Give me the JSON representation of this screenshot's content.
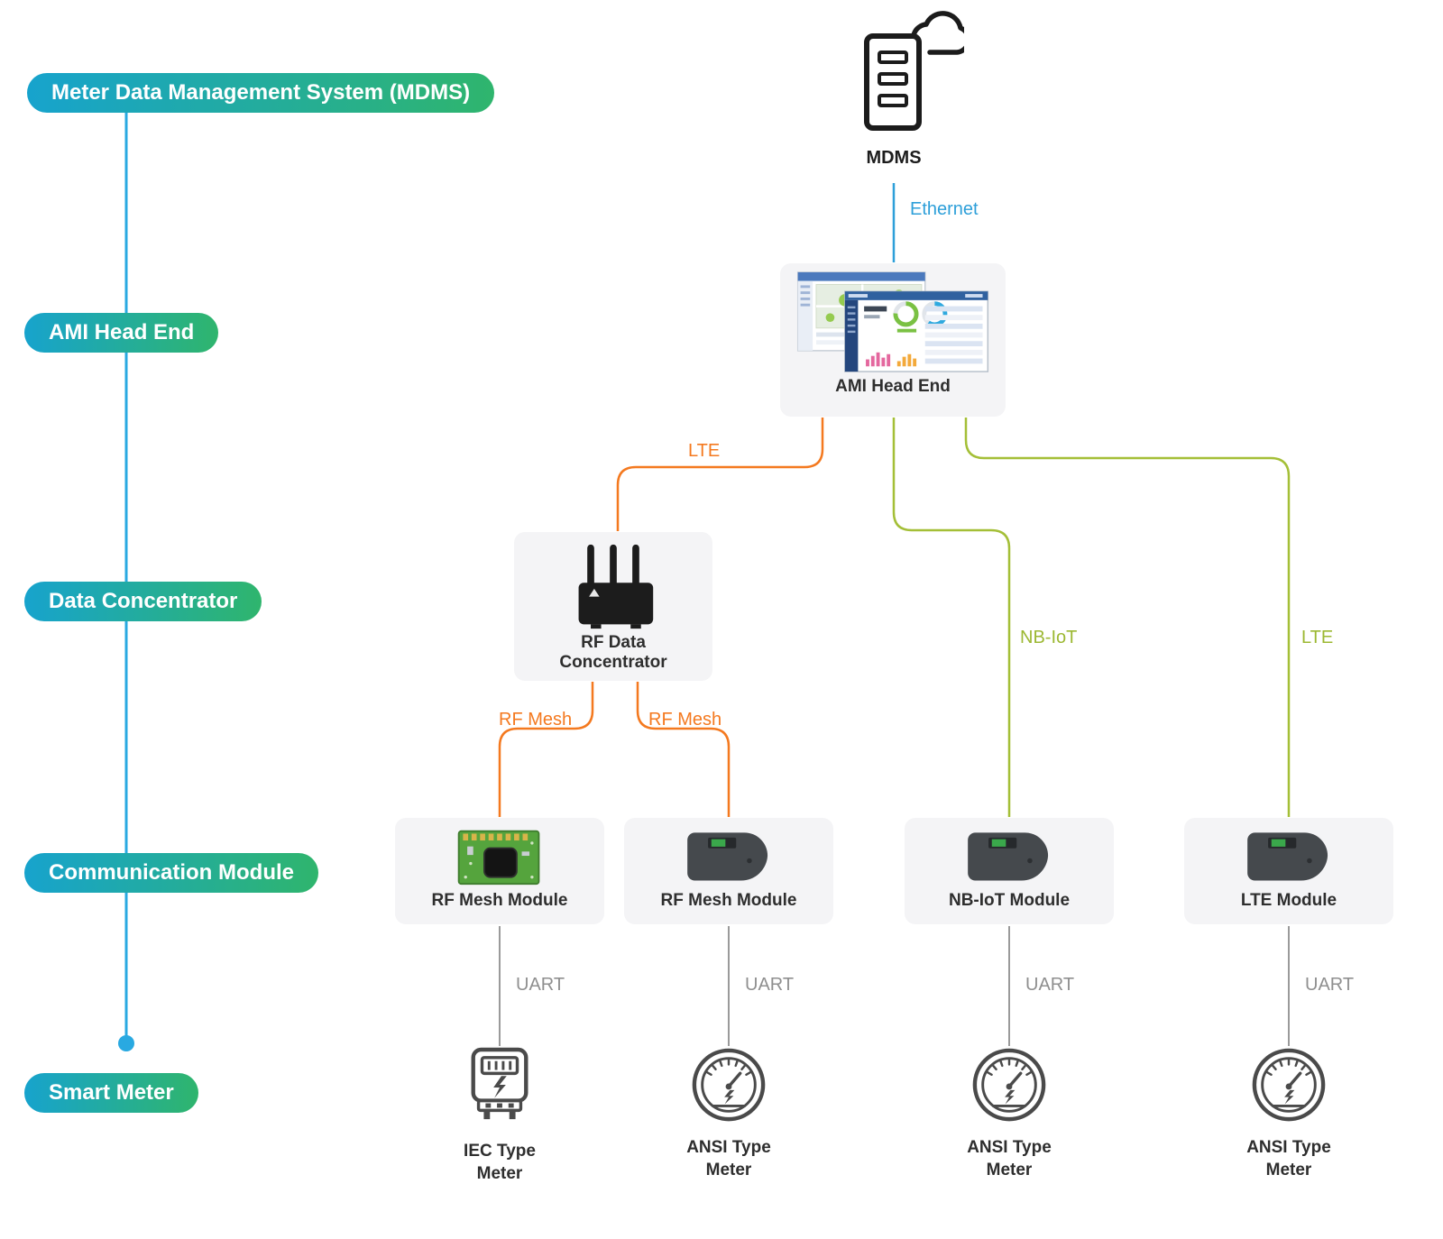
{
  "stages": [
    "Meter Data Management System (MDMS)",
    "AMI Head End",
    "Data Concentrator",
    "Communication Module",
    "Smart Meter"
  ],
  "nodes": {
    "mdms": "MDMS",
    "ami_head_end": "AMI Head End",
    "concentrator": "RF Data\nConcentrator",
    "modules": [
      "RF Mesh Module",
      "RF Mesh Module",
      "NB-IoT Module",
      "LTE Module"
    ],
    "meters": [
      "IEC Type\nMeter",
      "ANSI Type\nMeter",
      "ANSI Type\nMeter",
      "ANSI Type\nMeter"
    ]
  },
  "links": {
    "ethernet": "Ethernet",
    "lte_left": "LTE",
    "nbiot": "NB-IoT",
    "lte_right": "LTE",
    "rf_mesh_left": "RF Mesh",
    "rf_mesh_right": "RF Mesh",
    "uart": [
      "UART",
      "UART",
      "UART",
      "UART"
    ]
  },
  "colors": {
    "timeline_blue": "#29a9e1",
    "ethernet": "#2d9fd9",
    "orange": "#f4791f",
    "green": "#a4bf37",
    "uart": "#9a9a9a",
    "pill_left": "#17a3cd",
    "pill_right": "#2fb56d"
  }
}
